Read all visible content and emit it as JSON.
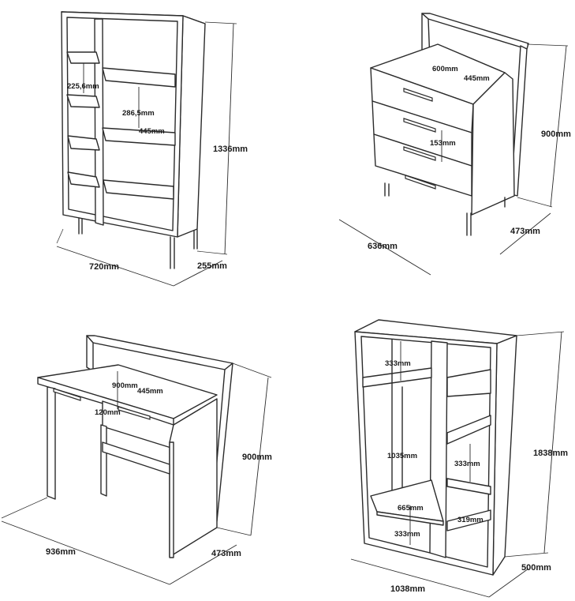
{
  "bookcase": {
    "width": "720mm",
    "depth": "255mm",
    "height": "1336mm",
    "shelf_gap_small": "225,6mm",
    "shelf_gap_large": "286,5mm",
    "shelf_width": "445mm"
  },
  "dresser": {
    "top_width": "600mm",
    "top_depth": "445mm",
    "drawer_height": "153mm",
    "height": "900mm",
    "width": "636mm",
    "depth": "473mm"
  },
  "desk": {
    "top_width": "900mm",
    "top_depth": "445mm",
    "drawer_height": "120mm",
    "height": "900mm",
    "width": "936mm",
    "depth": "473mm"
  },
  "wardrobe": {
    "top_shelf_gap": "333mm",
    "hanging_height": "1035mm",
    "inner_width": "665mm",
    "bottom_gap": "333mm",
    "side_shelf_gap": "333mm",
    "side_shelf_width": "319mm",
    "height": "1838mm",
    "depth": "500mm",
    "width": "1038mm"
  }
}
